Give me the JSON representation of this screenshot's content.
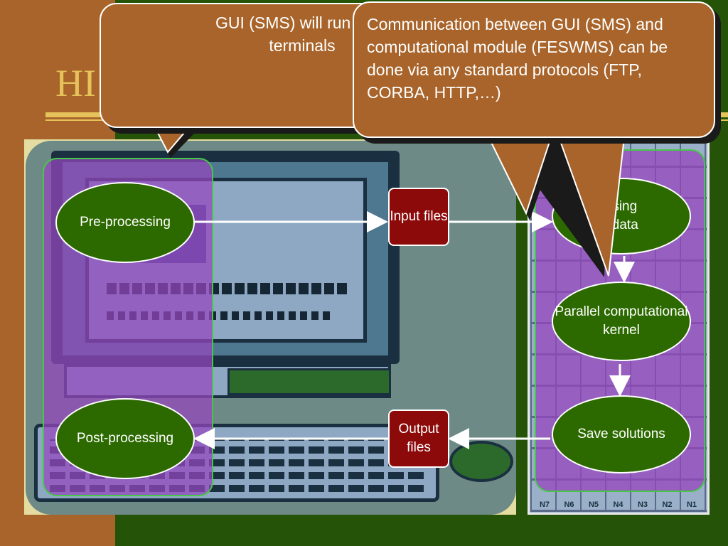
{
  "slide": {
    "title": "HI"
  },
  "callouts": {
    "gui_terminals": "GUI (SMS) will run on P\nterminals",
    "communication": "Communication between GUI (SMS) and computational module (FESWMS) can be done via any standard protocols (FTP, CORBA, HTTP,…)"
  },
  "workflow": {
    "pre_processing": "Pre-processing",
    "post_processing": "Post-processing",
    "input_files": "Input files",
    "output_files": "Output files",
    "processing_data": "ssing\nt data",
    "parallel_kernel": "Parallel computational kernel",
    "save_solutions": "Save solutions"
  },
  "cluster": {
    "node_labels": [
      "N7",
      "N6",
      "N5",
      "N4",
      "N3",
      "N2",
      "N1"
    ]
  },
  "colors": {
    "background_green": "#255408",
    "background_brown": "#a8642a",
    "title_gold": "#e6c35a",
    "node_green": "#2c6a00",
    "file_red": "#8c0a0a",
    "callout_brown": "#a8642a",
    "overlay_purple": "#9646be"
  }
}
